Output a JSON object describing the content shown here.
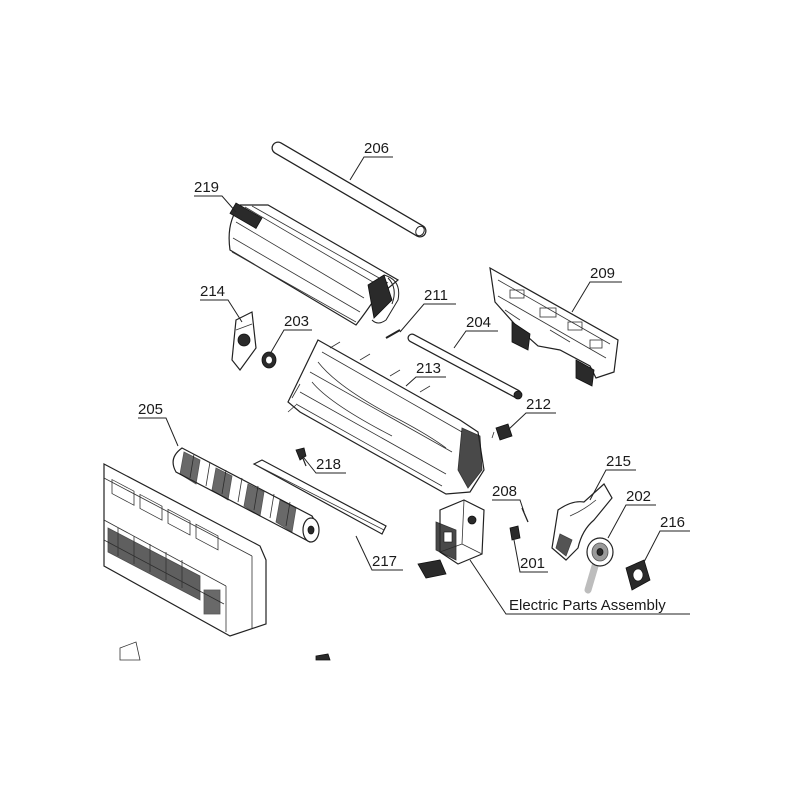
{
  "labels": {
    "p206": "206",
    "p219": "219",
    "p209": "209",
    "p214": "214",
    "p211": "211",
    "p203": "203",
    "p204": "204",
    "p213": "213",
    "p212": "212",
    "p205": "205",
    "p218": "218",
    "p208": "208",
    "p215": "215",
    "p202": "202",
    "p216": "216",
    "p201": "201",
    "p217": "217"
  },
  "callout": {
    "electric_parts": "Electric Parts Assembly"
  },
  "colors": {
    "line": "#222222",
    "background": "#ffffff"
  }
}
